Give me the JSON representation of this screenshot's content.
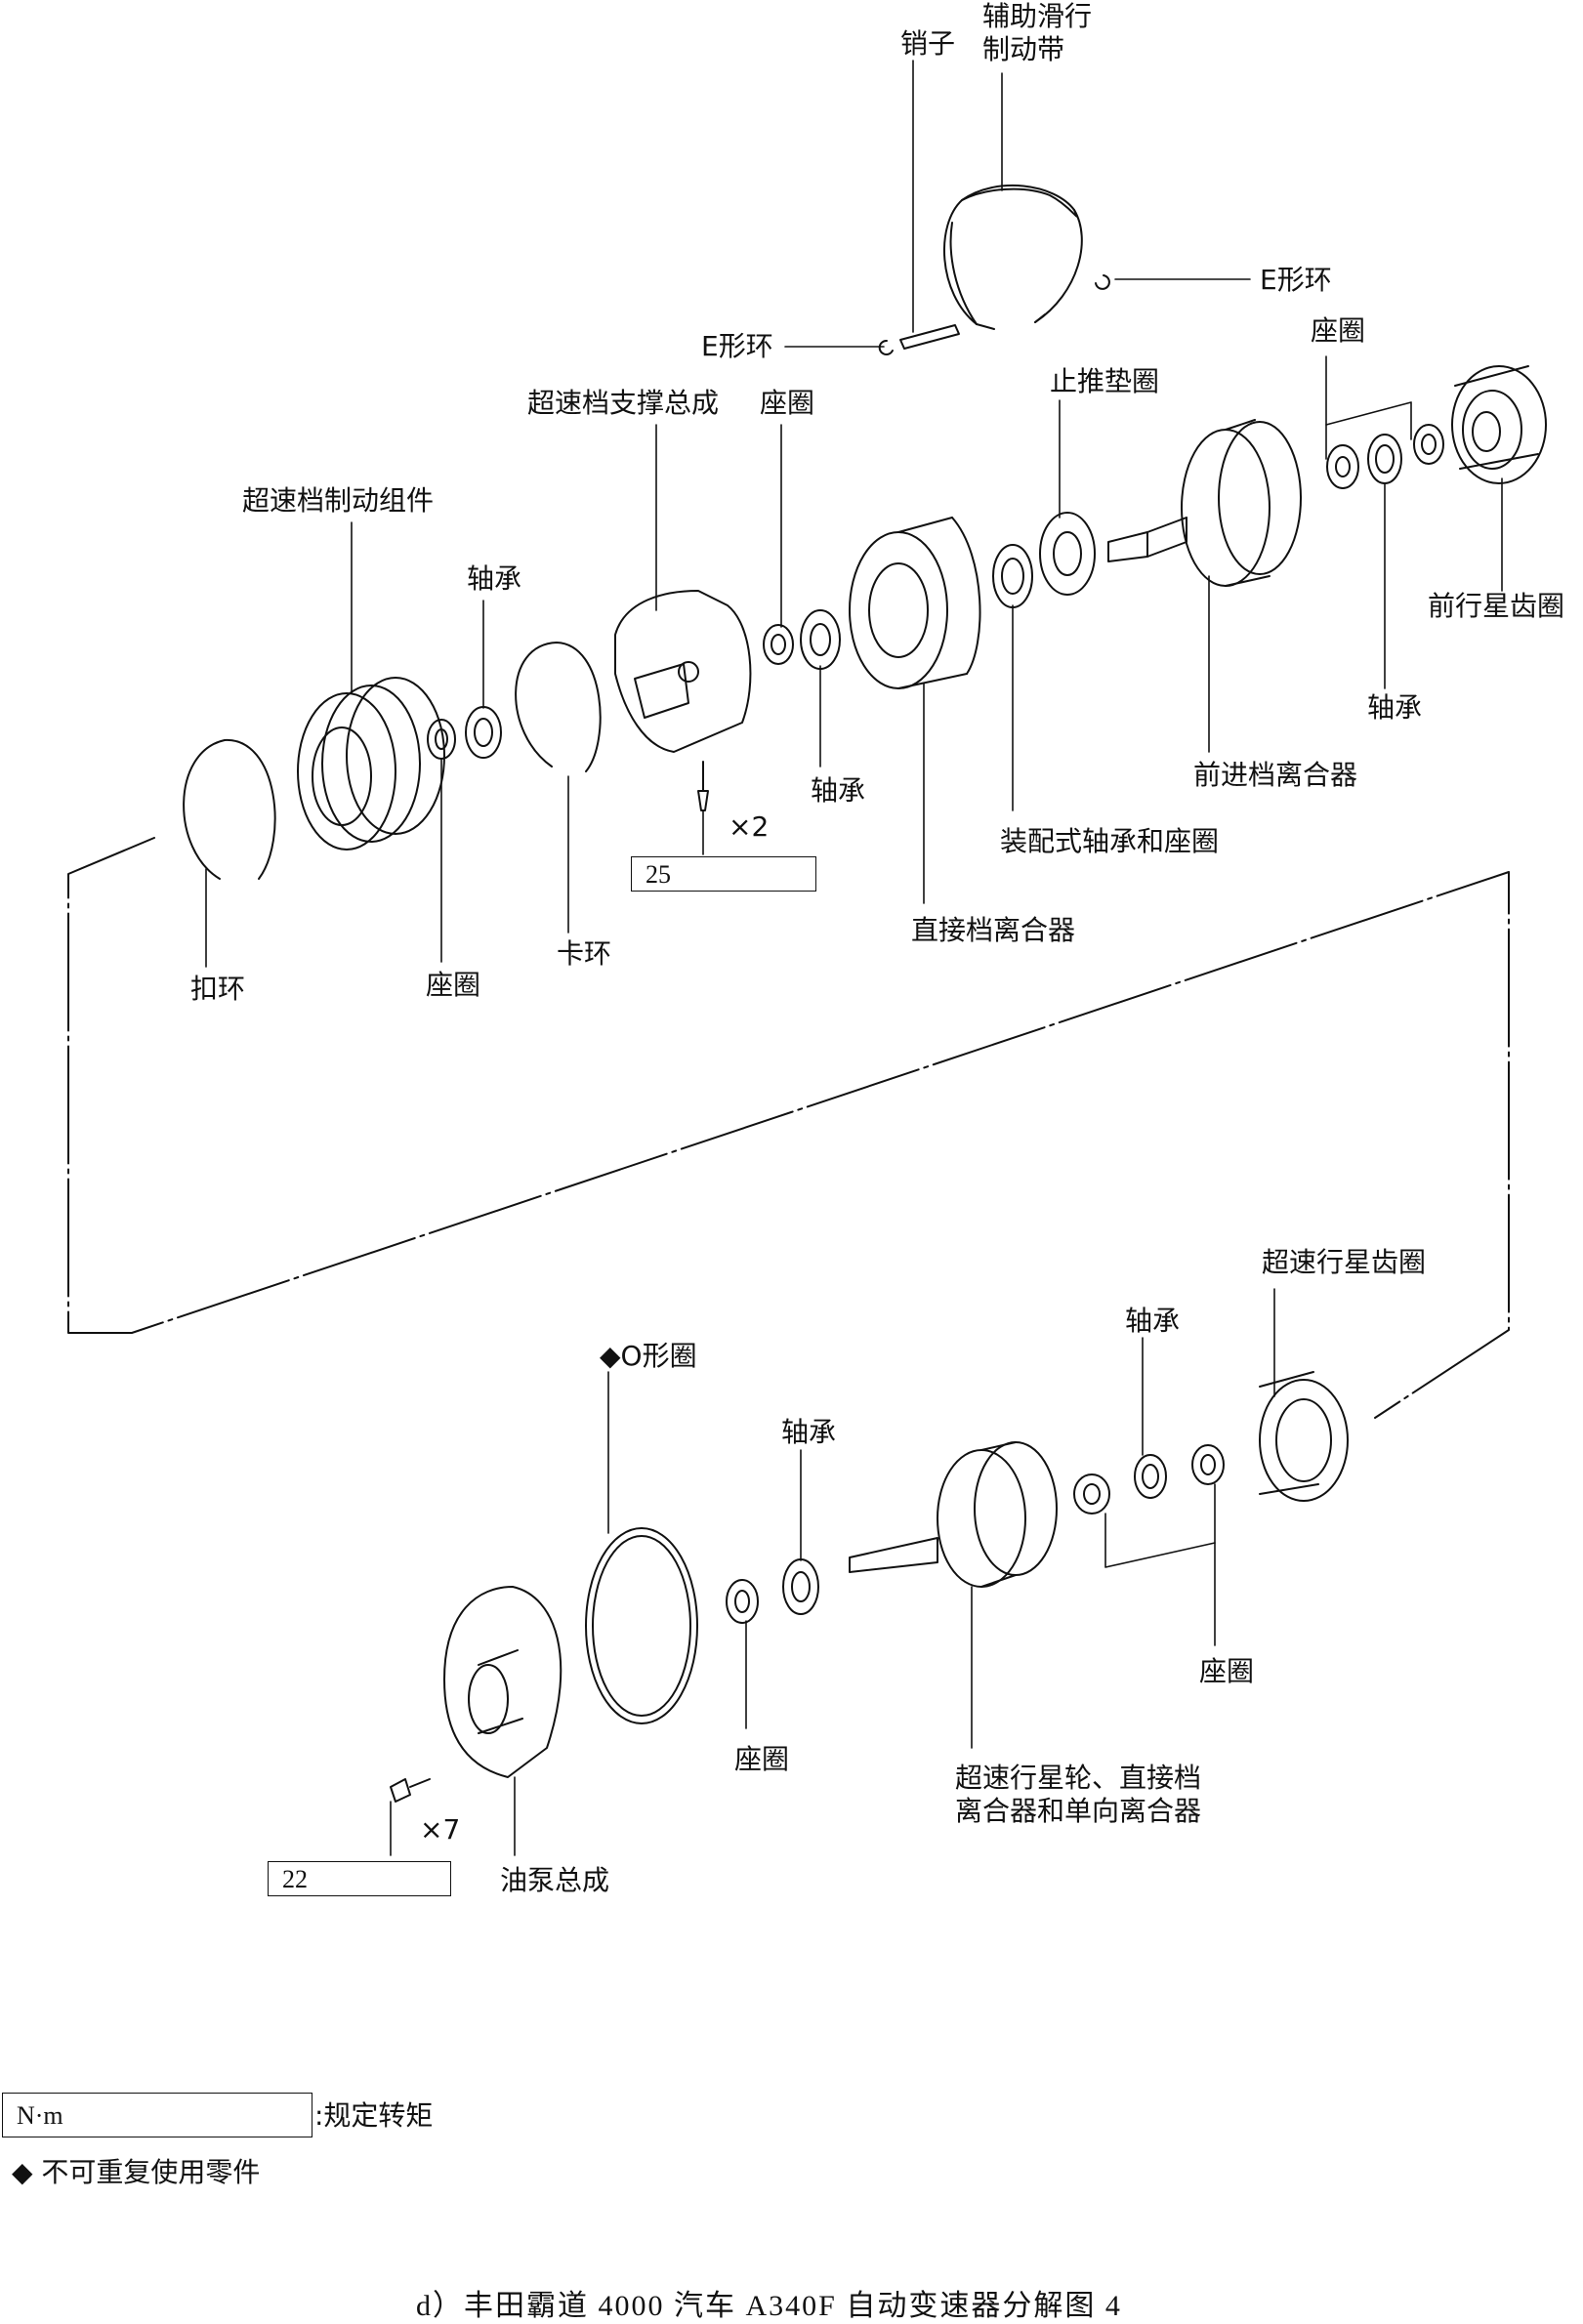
{
  "labels": {
    "pin": "销子",
    "aux_brake_band": "辅助滑行\n制动带",
    "e_ring_right": "E形环",
    "e_ring_left": "E形环",
    "seat_ring_top_right": "座圈",
    "stop_thrust_washer": "止推垫圈",
    "od_support": "超速档支撑总成",
    "seat_ring_mid": "座圈",
    "od_brake_group": "超速档制动组件",
    "bearing_top": "轴承",
    "front_planet_ring": "前行星齿圈",
    "bearing_right": "轴承",
    "forward_clutch": "前进档离合器",
    "bearing_mid": "轴承",
    "assembled_bearing": "装配式轴承和座圈",
    "direct_clutch": "直接档离合器",
    "snap_ring_r": "扣环",
    "seat_ring_left": "座圈",
    "snap_ring_k": "卡环",
    "times2": "×2",
    "od_planet_ring": "超速行星齿圈",
    "bearing_lower_right": "轴承",
    "o_ring": "◆O形圈",
    "bearing_lower": "轴承",
    "seat_ring_lower_right": "座圈",
    "seat_ring_lower": "座圈",
    "od_planet_assy": "超速行星轮、直接档\n离合器和单向离合器",
    "times7": "×7",
    "oil_pump": "油泵总成"
  },
  "torque": {
    "upper": "25",
    "lower": "22",
    "legend_box": "N·m"
  },
  "legend": {
    "torque_desc": ":规定转矩",
    "nonreusable": "◆ 不可重复使用零件"
  },
  "caption": "d）丰田霸道 4000 汽车 A340F 自动变速器分解图 4"
}
